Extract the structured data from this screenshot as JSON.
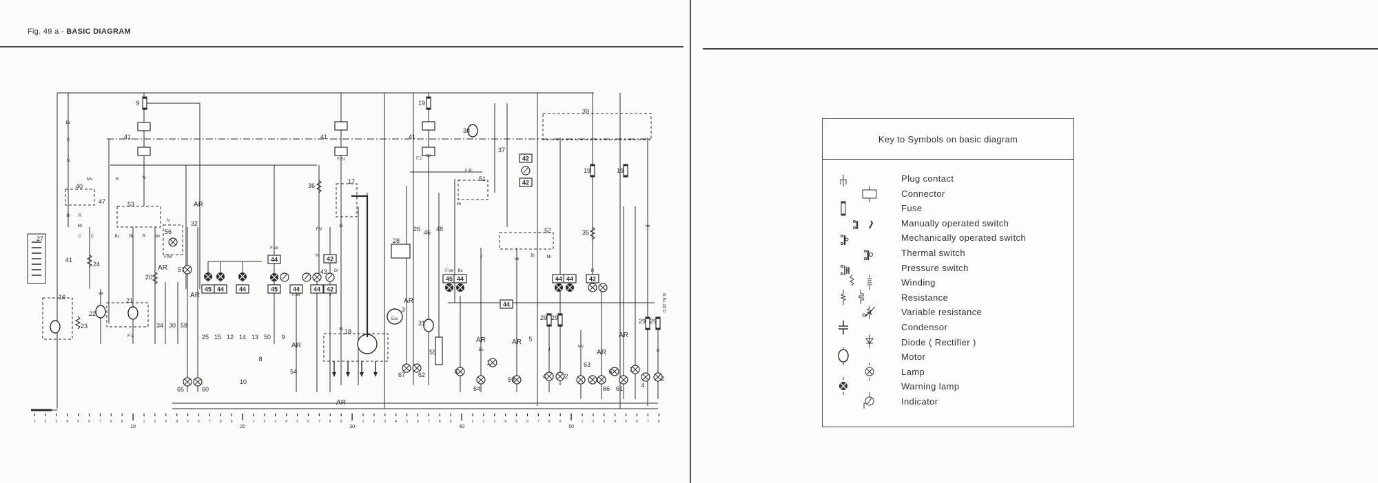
{
  "header": {
    "fig_prefix": "Fig. 49 a - ",
    "fig_title": "BASIC DIAGRAM"
  },
  "diagram": {
    "component_labels": [
      "9",
      "41",
      "41",
      "41",
      "40",
      "47",
      "53",
      "32",
      "56",
      "27",
      "41",
      "24",
      "16",
      "23",
      "22",
      "21",
      "20",
      "34",
      "30",
      "58",
      "57",
      "65",
      "60",
      "25",
      "15",
      "12",
      "14",
      "13",
      "50",
      "10",
      "8",
      "9",
      "54",
      "36",
      "17",
      "43",
      "18",
      "28",
      "3",
      "31",
      "55",
      "67",
      "62",
      "26",
      "46",
      "48",
      "38",
      "19",
      "37",
      "51",
      "52",
      "39",
      "19",
      "19",
      "35",
      "6",
      "64",
      "1",
      "59",
      "5",
      "29",
      "29",
      "4",
      "2",
      "63",
      "66",
      "6",
      "61",
      "1",
      "29",
      "29",
      "4",
      "2"
    ],
    "box_labels": [
      "45",
      "44",
      "44",
      "44",
      "45",
      "44",
      "44",
      "42",
      "42",
      "45",
      "44",
      "44",
      "44",
      "42",
      "44",
      "42",
      "42"
    ],
    "wire_codes": [
      "Bc",
      "C",
      "N",
      "Bl",
      "R",
      "Mr",
      "C",
      "C",
      "Ve",
      "Mv",
      "R",
      "N",
      "Bc",
      "Bl",
      "R",
      "Mv",
      "N",
      "F.Mr",
      "F.Gr",
      "F.V",
      "Bl",
      "N",
      "F.J",
      "F.Ve",
      "F.Mr",
      "J",
      "Gr",
      "Bl",
      "Mr",
      "F.Ve",
      "Bc",
      "Ve",
      "F-R",
      "J",
      "Ve",
      "Bl",
      "Mr",
      "R",
      "Ve",
      "Exc",
      "F.V.",
      "Bc",
      "Mv",
      "J",
      "R"
    ],
    "ar_label": "AR",
    "drawing_code": "G-51-10 D",
    "scale_ticks": [
      "1",
      "2",
      "3",
      "4",
      "5",
      "6",
      "7",
      "8",
      "9",
      "10",
      "1",
      "2",
      "3",
      "4",
      "5",
      "6",
      "7",
      "8",
      "9",
      "20",
      "1",
      "2",
      "3",
      "4",
      "5",
      "6",
      "7",
      "8",
      "9",
      "30",
      "1",
      "2",
      "3",
      "4",
      "5",
      "6",
      "7",
      "8",
      "9",
      "40",
      "1",
      "2",
      "3",
      "4",
      "5",
      "6",
      "7",
      "8",
      "9",
      "50",
      "1",
      "2",
      "3",
      "4",
      "5",
      "6",
      "7",
      "8"
    ]
  },
  "key": {
    "title": "Key to Symbols on basic diagram",
    "items": [
      {
        "label": "Plug contact",
        "icon": "plug-contact-icon"
      },
      {
        "label": "Connector",
        "icon": "connector-icon"
      },
      {
        "label": "Fuse",
        "icon": "fuse-icon"
      },
      {
        "label": "Manually operated switch",
        "icon": "manual-switch-icon"
      },
      {
        "label": "Mechanically operated switch",
        "icon": "mechanical-switch-icon"
      },
      {
        "label": "Thermal switch",
        "icon": "thermal-switch-icon"
      },
      {
        "label": "Pressure switch",
        "icon": "pressure-switch-icon"
      },
      {
        "label": "Winding",
        "icon": "winding-icon"
      },
      {
        "label": "Resistance",
        "icon": "resistance-icon"
      },
      {
        "label": "Variable  resistance",
        "icon": "variable-resistance-icon"
      },
      {
        "label": "Condensor",
        "icon": "condensor-icon"
      },
      {
        "label": "Diode ( Rectifier )",
        "icon": "diode-icon"
      },
      {
        "label": "Motor",
        "icon": "motor-icon"
      },
      {
        "label": "Lamp",
        "icon": "lamp-icon"
      },
      {
        "label": "Warning lamp",
        "icon": "warning-lamp-icon"
      },
      {
        "label": "Indicator",
        "icon": "indicator-icon"
      }
    ]
  },
  "colors": {
    "ink": "#2a2a2a",
    "paper": "#fbfbf9"
  }
}
